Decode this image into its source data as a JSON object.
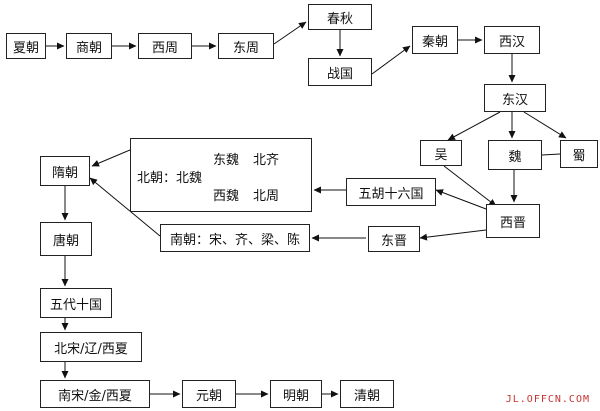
{
  "nodes": {
    "xia": "夏朝",
    "shang": "商朝",
    "xizhou": "西周",
    "dongzhou": "东周",
    "chunqiu": "春秋",
    "zhanguo": "战国",
    "qin": "秦朝",
    "xihan": "西汉",
    "donghan": "东汉",
    "wu": "吴",
    "wei": "魏",
    "shu": "蜀",
    "xijin": "西晋",
    "wuhu": "五胡十六国",
    "dongjin": "东晋",
    "nanchao": "南朝：宋、齐、梁、陈",
    "sui": "隋朝",
    "tang": "唐朝",
    "wudai": "五代十国",
    "beisong": "北宋/辽/西夏",
    "nansong": "南宋/金/西夏",
    "yuan": "元朝",
    "ming": "明朝",
    "qing": "清朝"
  },
  "beichao": {
    "label": "北朝：北魏",
    "dongwei": "东魏",
    "beiqi": "北齐",
    "xiwei": "西魏",
    "beizhou": "北周"
  },
  "watermark": "JL.OFFCN.COM"
}
